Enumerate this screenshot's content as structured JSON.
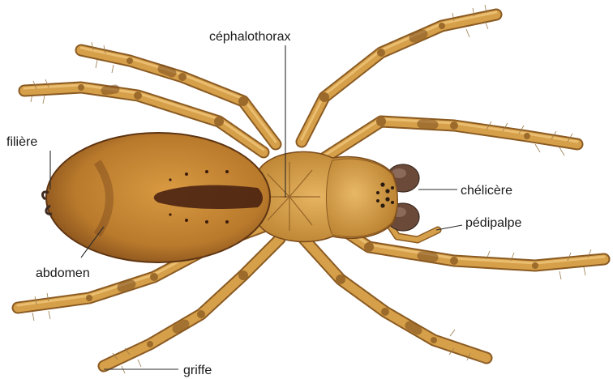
{
  "labels": {
    "cephalothorax": "céphalothorax",
    "filiere": "filière",
    "chelicere": "chélicère",
    "pedipalpe": "pédipalpe",
    "abdomen": "abdomen",
    "griffe": "griffe"
  },
  "colors": {
    "body_base": "#c98a2f",
    "body_light": "#e2ac55",
    "body_dark": "#7a4618",
    "abdomen_mark": "#4a2212",
    "chelicerae": "#6b4a3a",
    "leg_main": "#d6a04a",
    "leg_outline": "#8a5a22",
    "hair": "#9a7a4a",
    "background": "#ffffff"
  }
}
